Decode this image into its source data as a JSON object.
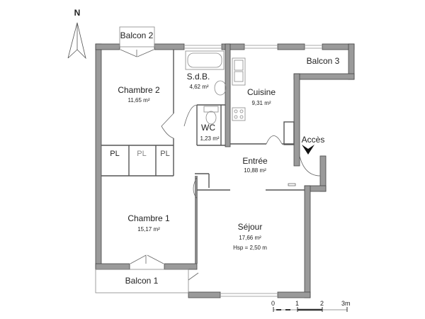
{
  "compass": {
    "label": "N"
  },
  "rooms": [
    {
      "id": "chambre2",
      "name": "Chambre 2",
      "area": "11,65 m²"
    },
    {
      "id": "sdb",
      "name": "S.d.B.",
      "area": "4,62 m²"
    },
    {
      "id": "cuisine",
      "name": "Cuisine",
      "area": "9,31 m²"
    },
    {
      "id": "wc",
      "name": "WC",
      "area": "1,23 m²"
    },
    {
      "id": "entree",
      "name": "Entrée",
      "area": "10,88 m²"
    },
    {
      "id": "chambre1",
      "name": "Chambre 1",
      "area": "15,17 m²"
    },
    {
      "id": "sejour",
      "name": "Séjour",
      "area": "17,66 m²",
      "note": "Hsp = 2,50 m"
    }
  ],
  "balconies": [
    {
      "id": "balcon2",
      "name": "Balcon 2"
    },
    {
      "id": "balcon3",
      "name": "Balcon 3"
    },
    {
      "id": "balcon1",
      "name": "Balcon 1"
    }
  ],
  "closets": [
    "PL",
    "PL",
    "PL"
  ],
  "entrance": {
    "label": "Accès"
  },
  "scale": {
    "ticks": [
      "0",
      "1",
      "2",
      "3m"
    ]
  },
  "colors": {
    "wall": "#9a9a9a",
    "wall_stroke": "#444444",
    "line": "#555555",
    "fixture": "#888888"
  }
}
